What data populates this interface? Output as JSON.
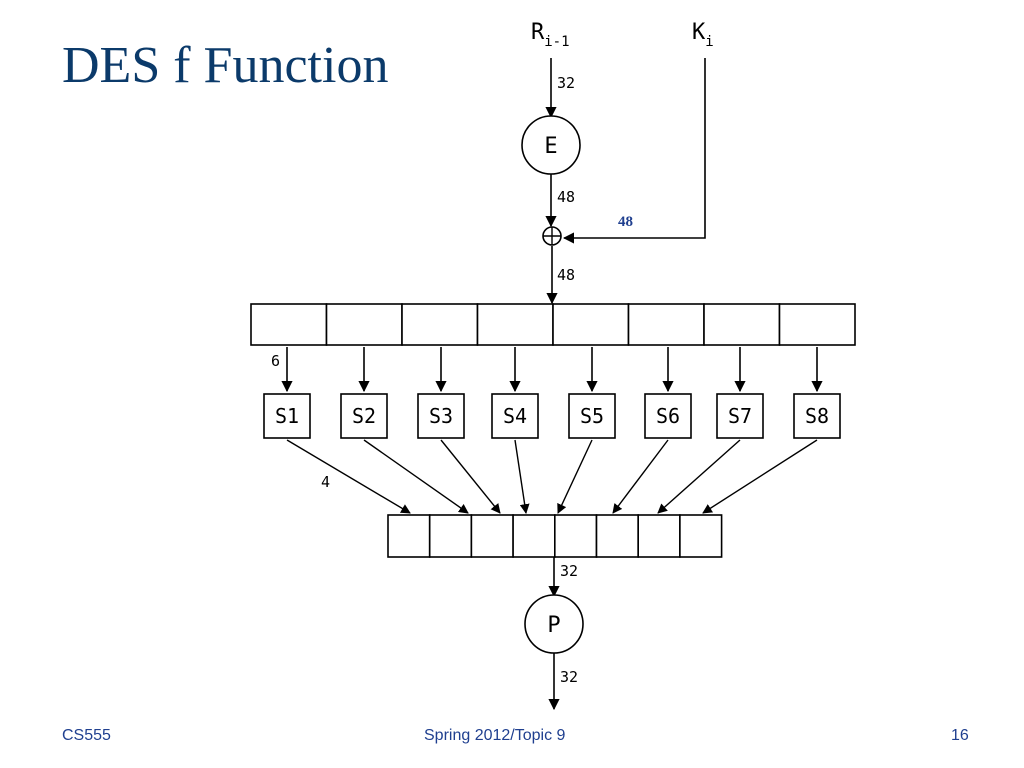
{
  "slide": {
    "title": "DES f Function",
    "footer": {
      "course": "CS555",
      "term": "Spring 2012/Topic 9",
      "page": "16"
    },
    "colors": {
      "title": "#0b3a6a",
      "footer": "#1f3f8f",
      "accent_label": "#1f3f8f"
    }
  },
  "diagram": {
    "inputs": {
      "r_base": "R",
      "r_sub": "i-1",
      "k_base": "K",
      "k_sub": "i"
    },
    "widths": {
      "r_in": "32",
      "e_out": "48",
      "k_in": "48",
      "xor_out": "48",
      "sbox_in": "6",
      "sbox_out": "4",
      "p_in": "32",
      "p_out": "32"
    },
    "nodes": {
      "expansion": "E",
      "permutation": "P",
      "xor": "⊕"
    },
    "sboxes": [
      "S1",
      "S2",
      "S3",
      "S4",
      "S5",
      "S6",
      "S7",
      "S8"
    ],
    "input_block_count": 8,
    "output_block_count": 8
  }
}
